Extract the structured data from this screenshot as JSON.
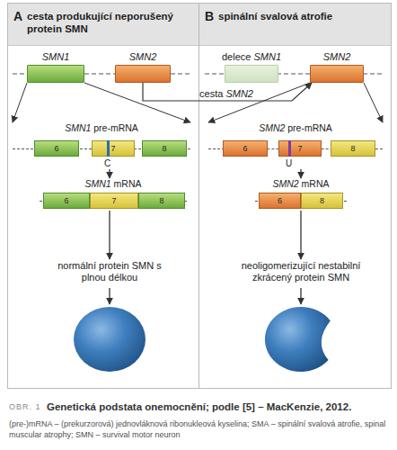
{
  "diagram": {
    "caption": "Genetická podstata onemocnění; podle [5] – MacKenzie, 2012.",
    "nodes": [
      {
        "text": [
          "A",
          "cesta produkující neporušený protein SMN"
        ]
      },
      {
        "text": [
          "SMN1"
        ],
        "in": 0
      },
      {
        "text": [
          "SMN2"
        ],
        "in": 0
      },
      {
        "text": [
          "SMN1 pre-mRNA"
        ],
        "in": 0
      },
      {
        "text": [
          "6"
        ],
        "in": 3
      },
      {
        "text": [
          "7"
        ],
        "in": 3
      },
      {
        "text": [
          "8"
        ],
        "in": 3
      },
      {
        "text": [
          "SMN1 mRNA"
        ],
        "in": 0
      },
      {
        "text": [
          "6"
        ],
        "in": 7
      },
      {
        "text": [
          "7"
        ],
        "in": 7
      },
      {
        "text": [
          "8"
        ],
        "in": 7
      },
      {
        "text": [
          "normální protein SMN s plnou délkou"
        ],
        "in": 0
      },
      {
        "text": [
          "B",
          "spinální svalová atrofie"
        ]
      },
      {
        "text": [
          "delece SMN1"
        ],
        "in": 12
      },
      {
        "text": [
          "SMN2"
        ],
        "in": 12
      },
      {
        "text": [
          "SMN2 pre-mRNA"
        ],
        "in": 12
      },
      {
        "text": [
          "6"
        ],
        "in": 15
      },
      {
        "text": [
          "7"
        ],
        "in": 15
      },
      {
        "text": [
          "8"
        ],
        "in": 15
      },
      {
        "text": [
          "SMN2 mRNA"
        ],
        "in": 12
      },
      {
        "text": [
          "6"
        ],
        "in": 19
      },
      {
        "text": [
          "8"
        ],
        "in": 19
      },
      {
        "text": [
          "neoligomerizující nestabilní zkrácený protein SMN"
        ],
        "in": 12
      }
    ],
    "edges": [
      {
        "from": 1,
        "to": 3,
        "arrow": "to"
      },
      {
        "from": 3,
        "to": 7,
        "arrow": "to"
      },
      {
        "from": 7,
        "to": 11,
        "arrow": "to"
      },
      {
        "from": 2,
        "to": 14,
        "label": "cesta SMN2",
        "arrow": "to"
      },
      {
        "from": 14,
        "to": 15,
        "arrow": "to"
      },
      {
        "from": 15,
        "to": 19,
        "arrow": "to"
      },
      {
        "from": 19,
        "to": 22,
        "arrow": "to"
      }
    ],
    "labels": [
      "C",
      "U",
      "OBR. 1",
      "(pre-)mRNA – (prekurzorová) jednovláknová ribonukleová kyselina; SMA – spinální svalová atrofie, spinal muscular atrophy; SMN – survival motor neuron"
    ]
  }
}
